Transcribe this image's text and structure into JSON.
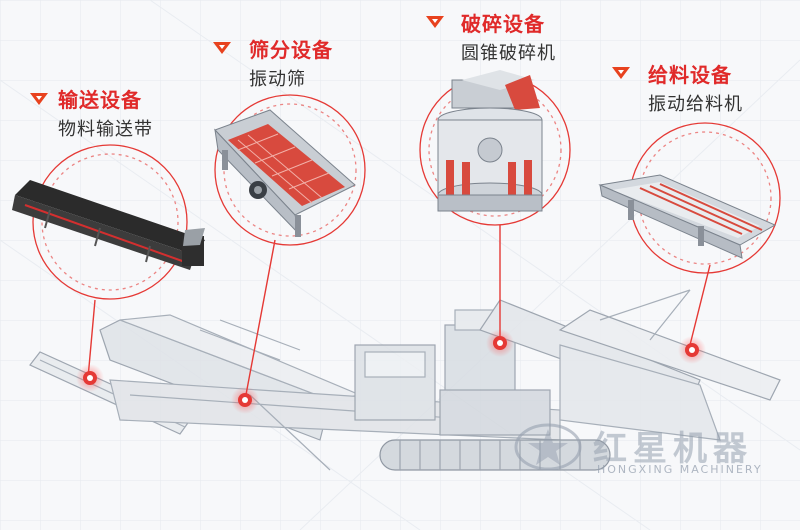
{
  "callouts": [
    {
      "title": "输送设备",
      "subtitle": "物料输送带"
    },
    {
      "title": "筛分设备",
      "subtitle": "振动筛"
    },
    {
      "title": "破碎设备",
      "subtitle": "圆锥破碎机"
    },
    {
      "title": "给料设备",
      "subtitle": "振动给料机"
    }
  ],
  "logo": {
    "cn": "红星机器",
    "en": "HONGXING MACHINERY",
    "mark_char": "红星"
  },
  "colors": {
    "accent": "#e02a2a",
    "marker_orange": "#e8421e",
    "ring_red": "#e53935"
  }
}
